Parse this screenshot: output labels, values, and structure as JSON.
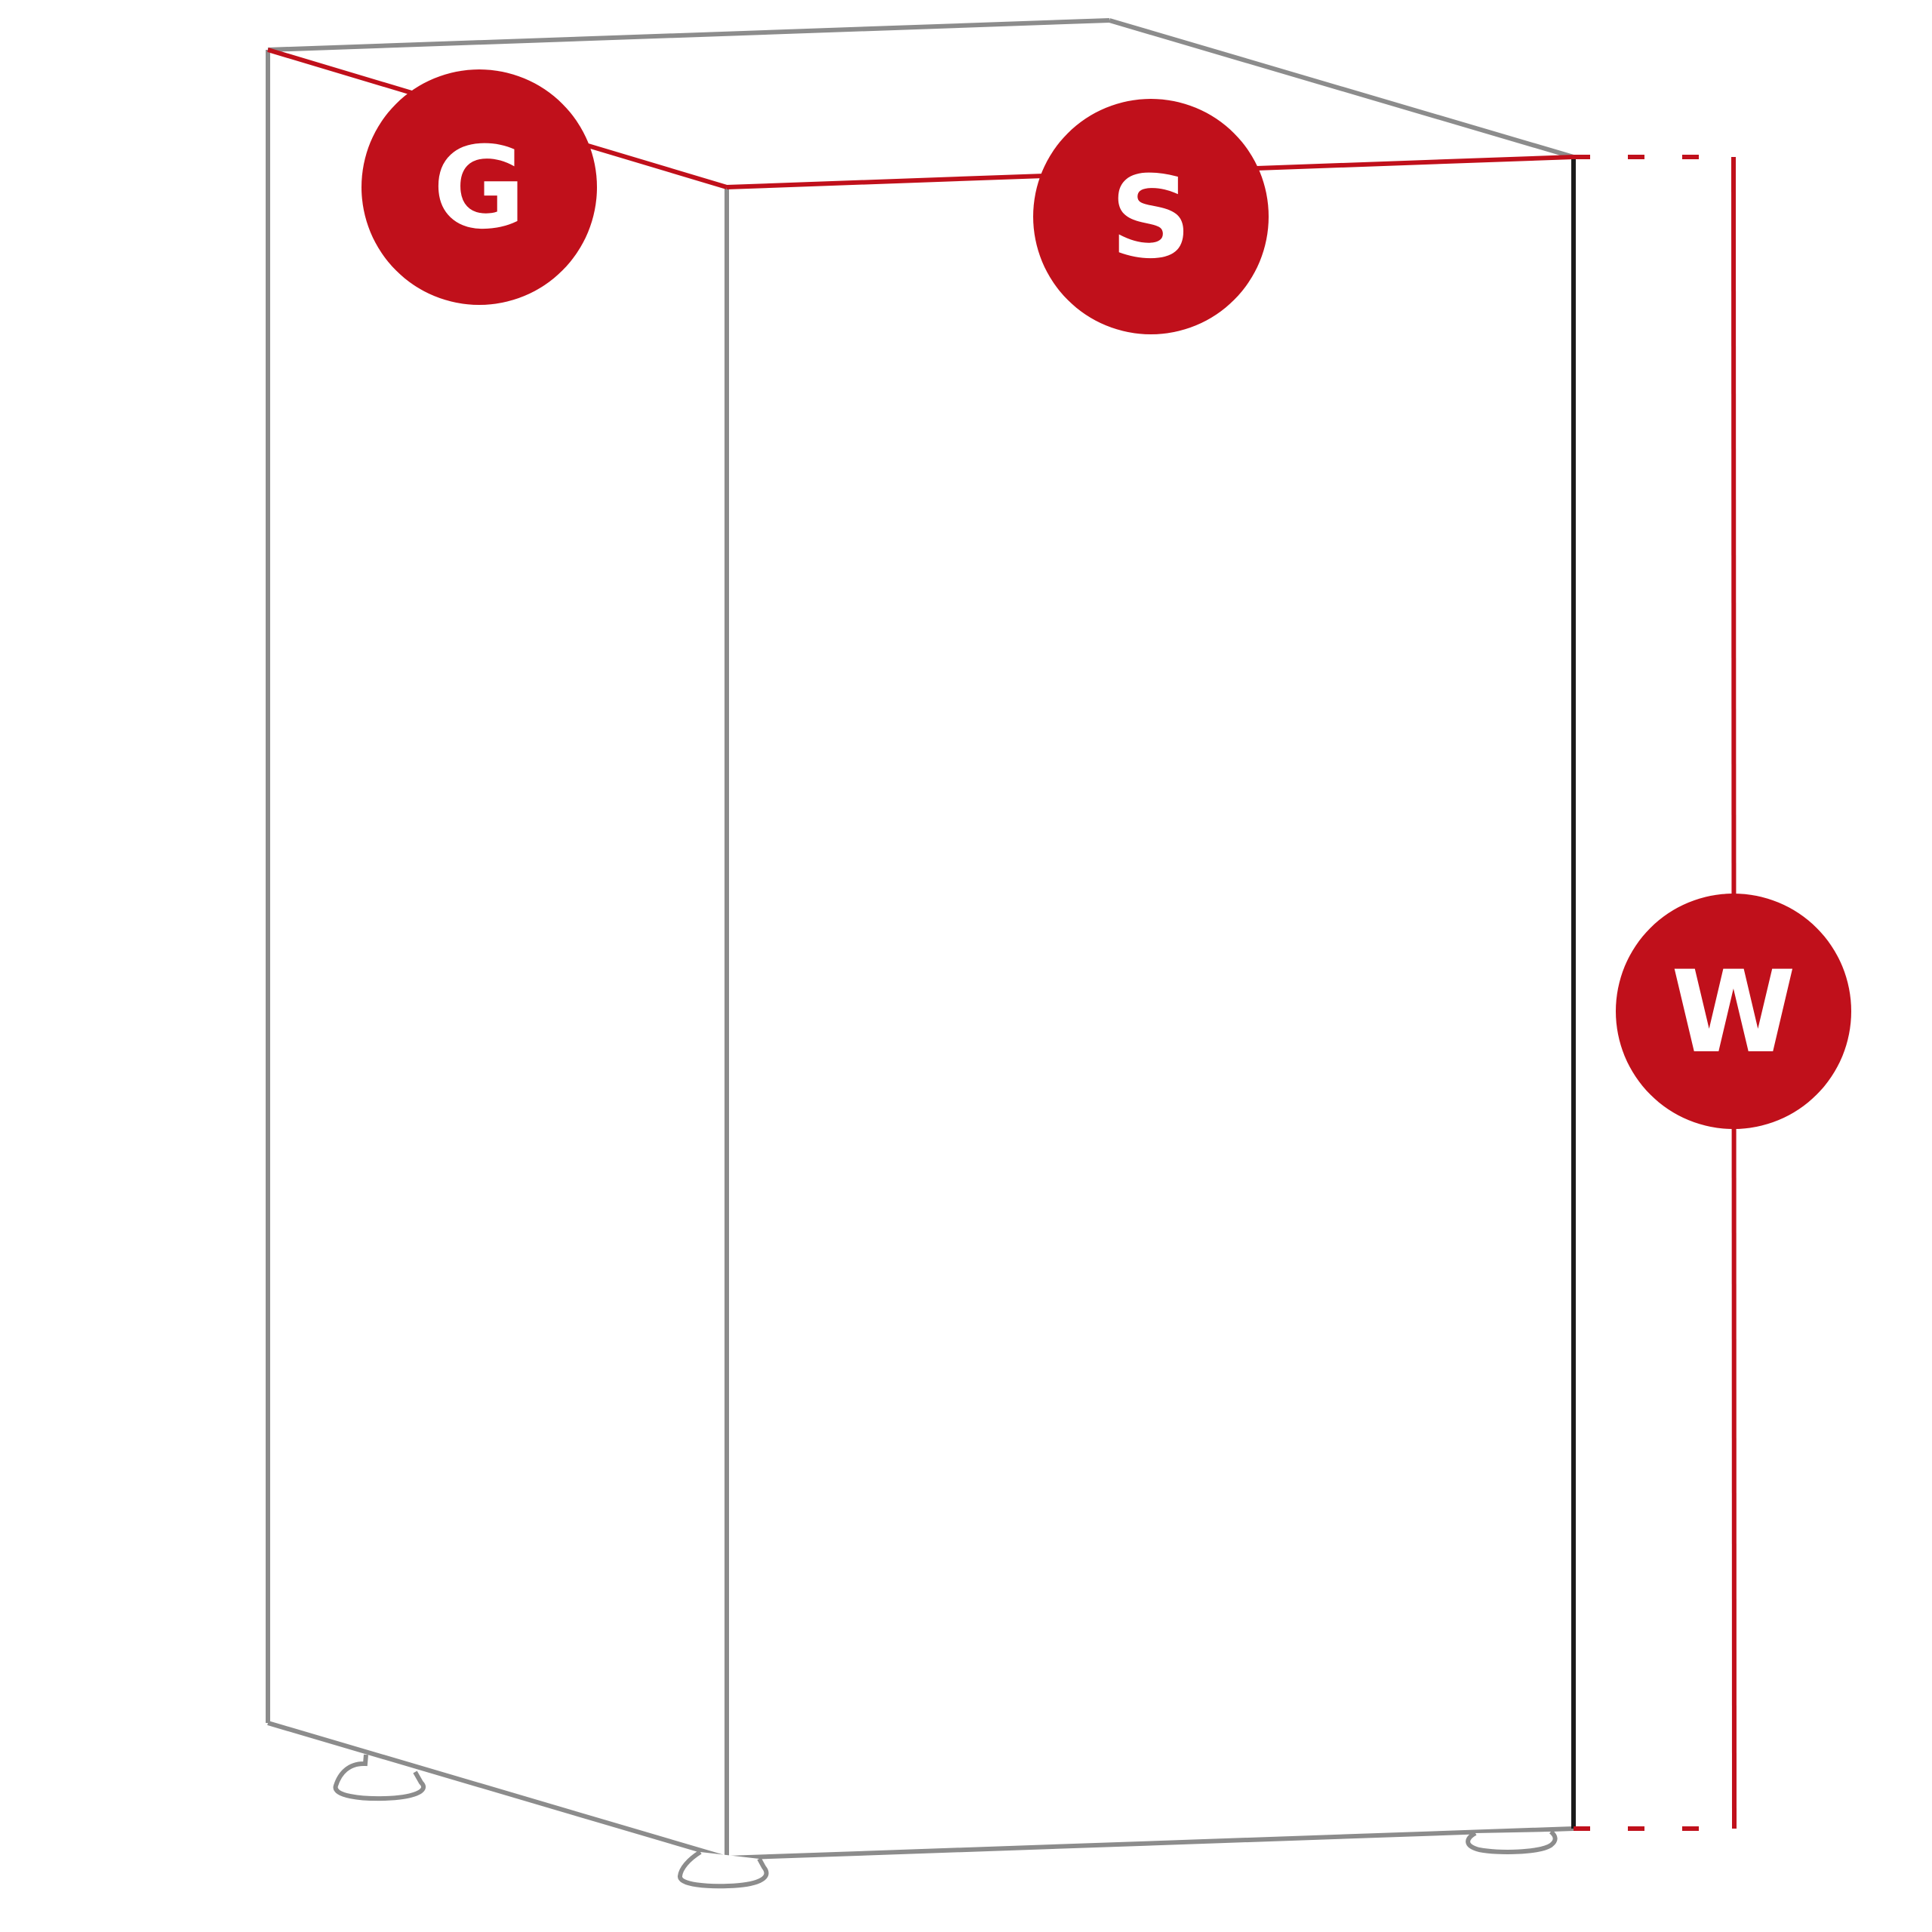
{
  "labels": {
    "depth": "G",
    "width": "S",
    "height": "W"
  },
  "colors": {
    "accent": "#c0101b",
    "outline": "#8c8c8c",
    "front_edge": "#1a1a1a"
  }
}
